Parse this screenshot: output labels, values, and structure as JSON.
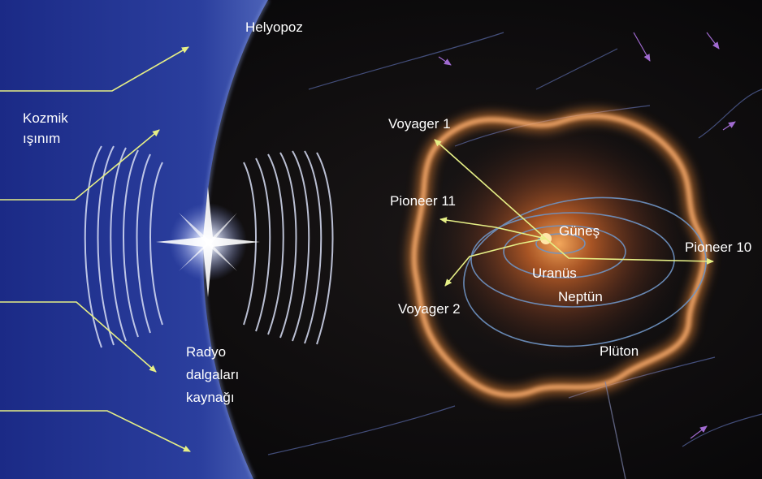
{
  "labels": {
    "heliopause": "Helyopoz",
    "cosmic_radiation": [
      "Kozmik",
      "ışınım"
    ],
    "radio_source": [
      "Radyo",
      "dalgaları",
      "kaynağı"
    ],
    "voyager1": "Voyager 1",
    "pioneer11": "Pioneer 11",
    "sun": "Güneş",
    "pioneer10": "Pioneer 10",
    "uranus": "Uranüs",
    "neptune": "Neptün",
    "voyager2": "Voyager 2",
    "pluto": "Plüton"
  },
  "colors": {
    "outer_space": "#1d2c8c",
    "inner_space": "#0b0b10",
    "termination_shock": "#f08a38",
    "sun_glow": "#ff9b3a",
    "arrow": "#e6ef86",
    "orbit": "#6f94c4",
    "text": "#ffffff"
  }
}
